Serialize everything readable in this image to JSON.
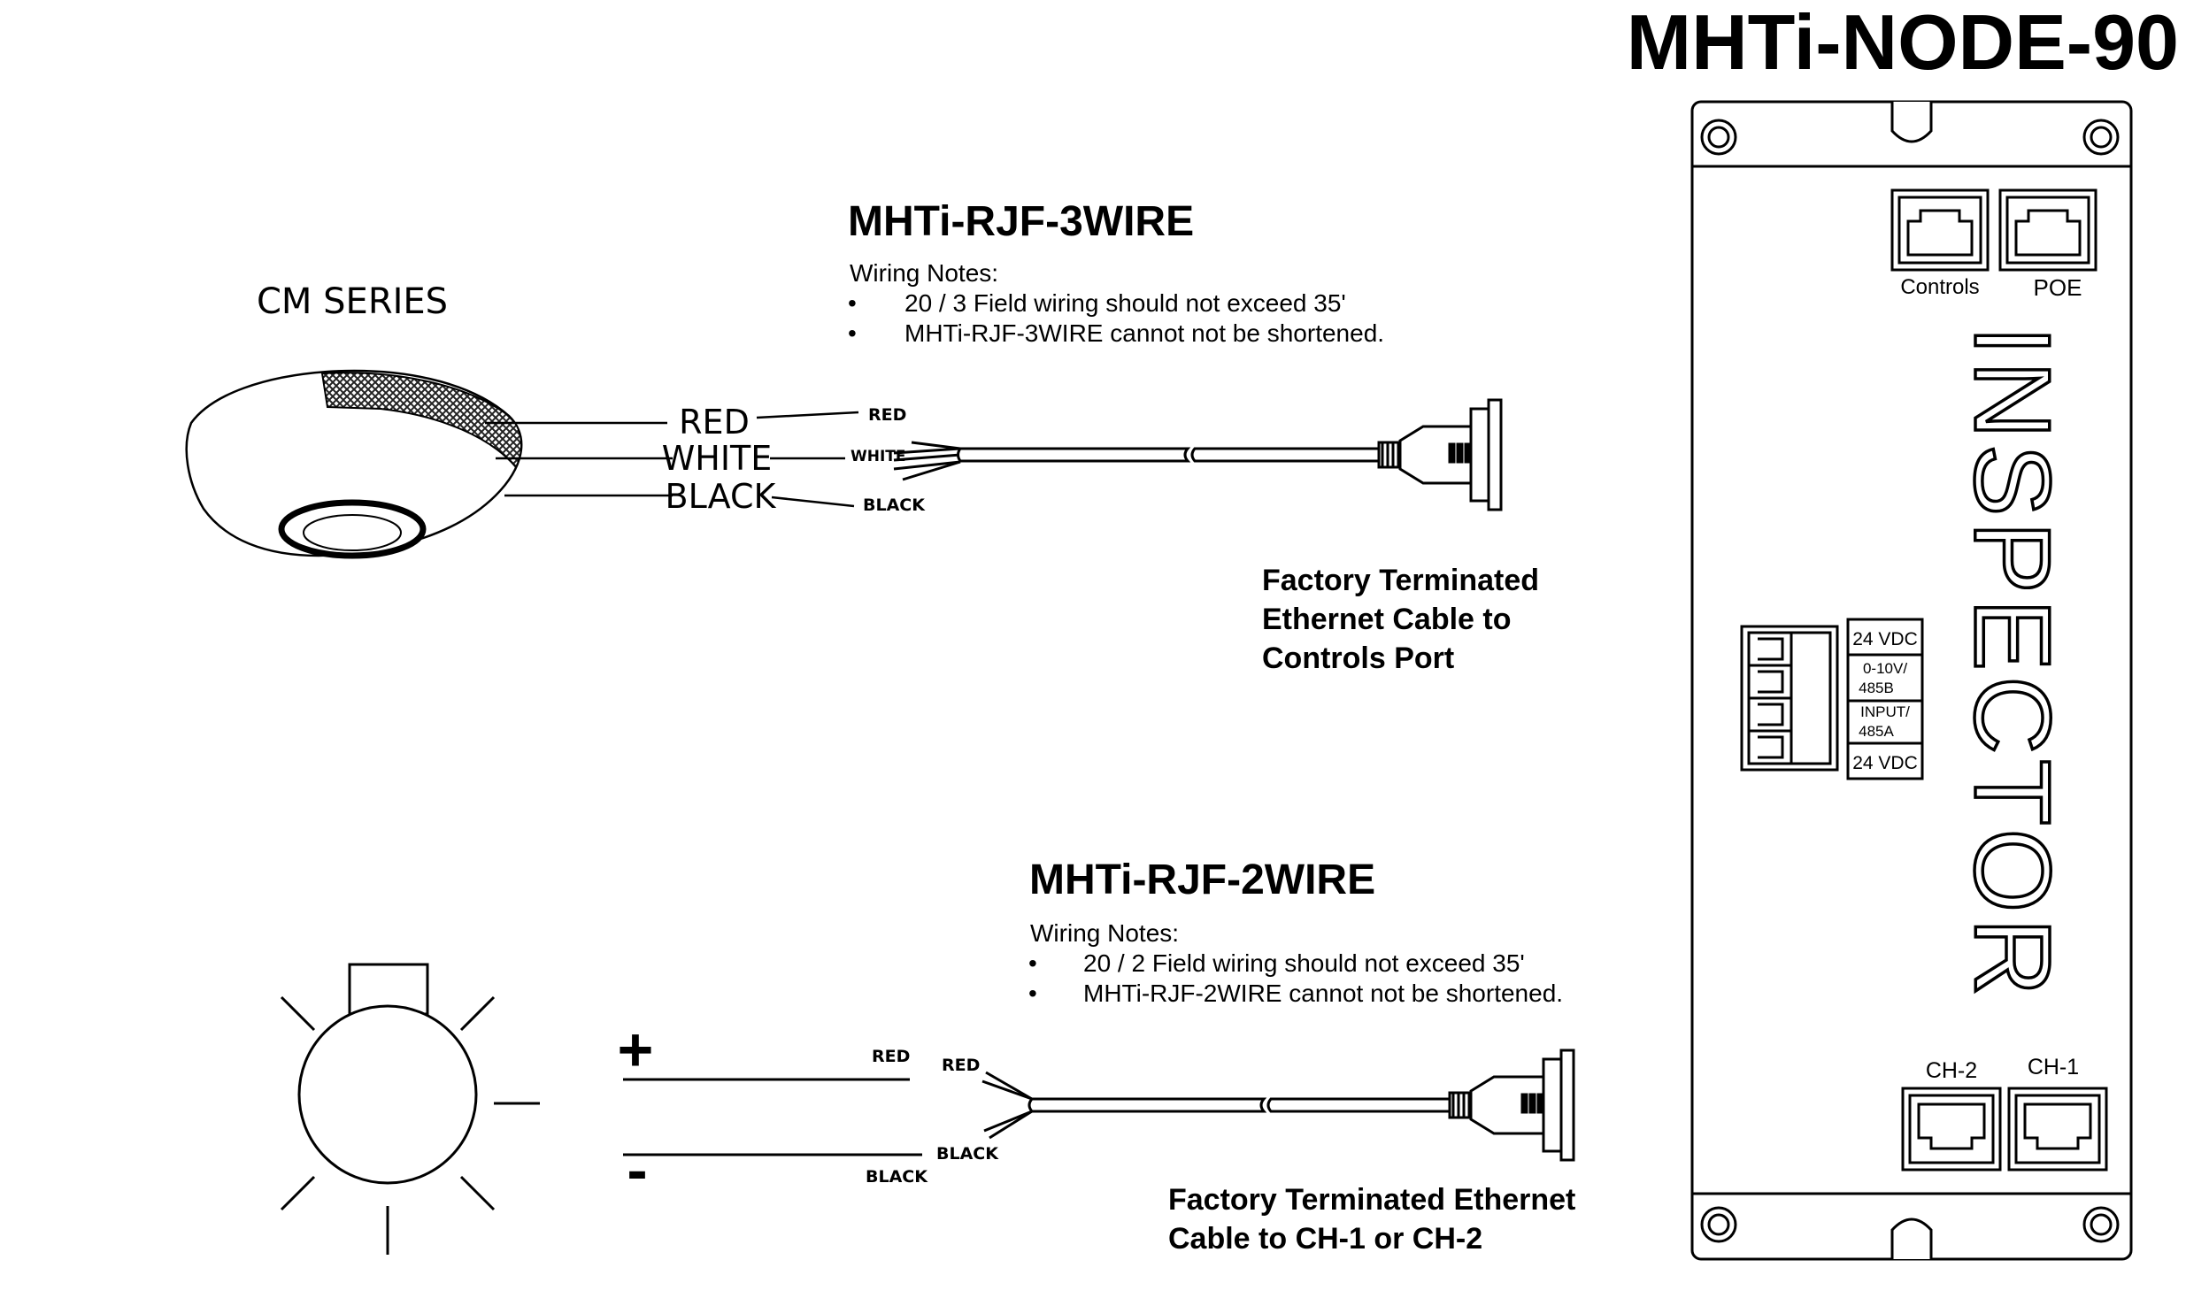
{
  "node": {
    "title": "MHTi-NODE-90",
    "port_controls": "Controls",
    "port_poe": "POE",
    "brand": "INSPECTOR",
    "port_ch2": "CH-2",
    "port_ch1": "CH-1",
    "terminals": [
      "24 VDC",
      "0-10V/",
      "485B",
      "INPUT/",
      "485A",
      "24 VDC"
    ]
  },
  "sensor_cm": {
    "label": "CM SERIES",
    "wire_red": "RED",
    "wire_white": "WHITE",
    "wire_black": "BLACK"
  },
  "cable_3wire": {
    "title": "MHTi-RJF-3WIRE",
    "notes_heading": "Wiring Notes:",
    "note1": "20 / 3 Field wiring should not exceed 35'",
    "note2": "MHTi-RJF-3WIRE cannot not be shortened.",
    "lead_red": "RED",
    "lead_white": "WHITE",
    "lead_black": "BLACK",
    "caption_line1": "Factory Terminated",
    "caption_line2": "Ethernet Cable to",
    "caption_line3": "Controls Port"
  },
  "cable_2wire": {
    "title": "MHTi-RJF-2WIRE",
    "notes_heading": "Wiring Notes:",
    "note1": "20 / 2 Field wiring should not exceed 35'",
    "note2": "MHTi-RJF-2WIRE cannot not be shortened.",
    "plus": "+",
    "minus": "-",
    "wire_red": "RED",
    "wire_black": "BLACK",
    "lead_red": "RED",
    "lead_black": "BLACK",
    "caption_line1": "Factory Terminated Ethernet",
    "caption_line2": "Cable to CH-1 or CH-2"
  },
  "bullet": "•"
}
